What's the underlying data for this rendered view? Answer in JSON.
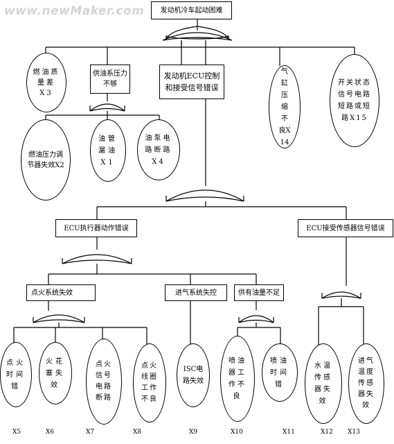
{
  "watermark": "www.newMaker.com",
  "top_event": "发动机冷车起动困难",
  "level1": {
    "fuel_quality": "燃油质量差X3",
    "fuel_pressure_box": "供油系压力不够",
    "ecu_box": "发动机ECU控制和接受信号错误",
    "cylinder": "气缸压缩不良X14",
    "switch_circuit": "开关状态信号电路短路或短路X15"
  },
  "fuel_pressure_children": {
    "regulator": "燃油压力调节器失效X2",
    "pipe_leak": "油管漏油X1",
    "pump_circuit": "油泵电路断路X4"
  },
  "ecu_children": {
    "actuator_box": "ECU执行器动作错误",
    "sensor_box": "ECU接受传感器信号错误"
  },
  "actuator_children": {
    "ignition_box": "点火系统失效",
    "intake_box": "进气系统失控",
    "fuel_supply_box": "供有油量不足"
  },
  "ignition_children": {
    "ign_timing": "点火时间错",
    "spark_plug": "火花塞失效",
    "ign_signal": "点火信号电路断路",
    "ign_coil": "点火线圈工作不良"
  },
  "intake_children": {
    "isc": "ISC电路失效"
  },
  "fuel_supply_children": {
    "injector_fault": "喷油器工作不良",
    "inject_timing": "喷油时间错"
  },
  "sensor_children": {
    "coolant_sensor": "水温传感器失效",
    "intake_temp_sensor": "进气温度传感器失效"
  },
  "bottom_labels": [
    "X5",
    "X6",
    "X7",
    "X8",
    "X9",
    "X10",
    "X11",
    "X12",
    "X13"
  ]
}
